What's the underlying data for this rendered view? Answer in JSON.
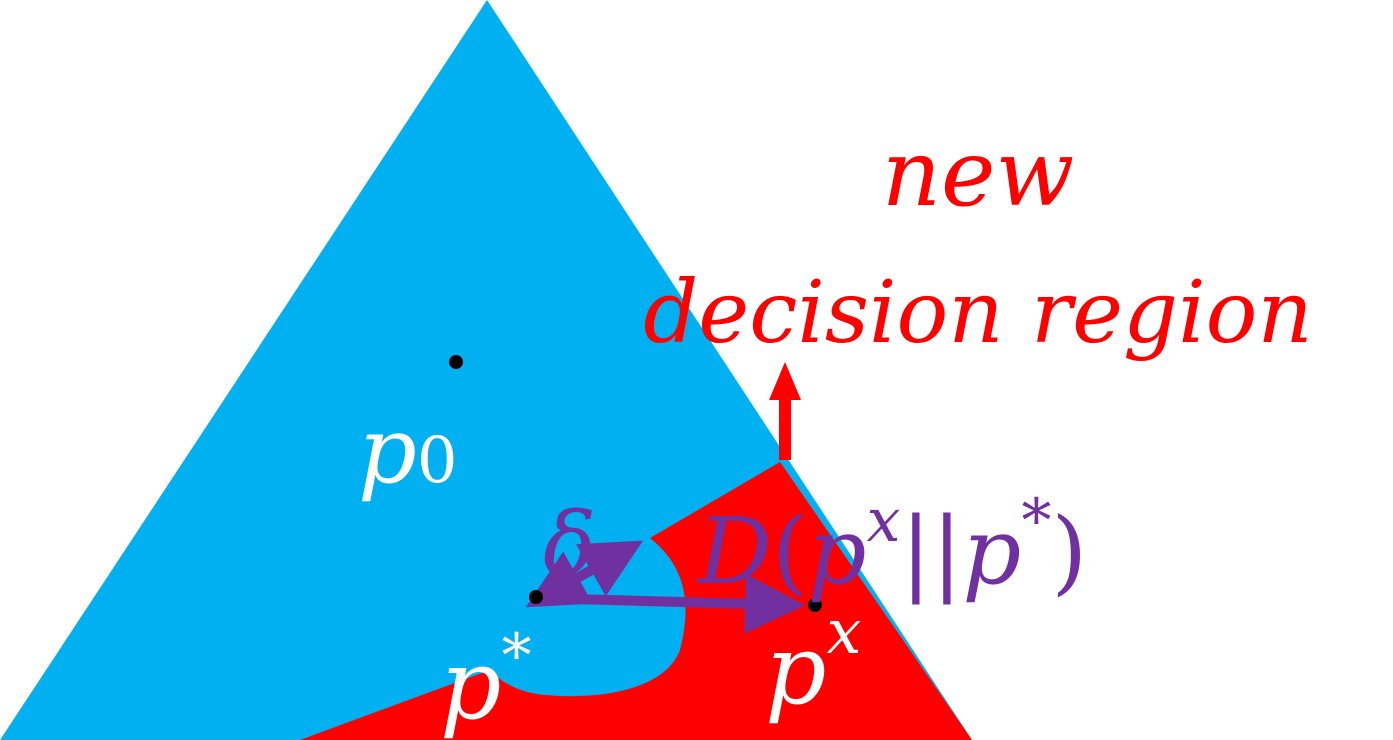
{
  "labels": {
    "p0_base": "p",
    "p0_sub": "0",
    "pstar_base": "p",
    "pstar_sup": "*",
    "px_base": "p",
    "px_sup": "x",
    "delta": "δ",
    "divergence_D": "D",
    "divergence_open": "(",
    "divergence_p1": "p",
    "divergence_sup1": "x",
    "divergence_bars": "||",
    "divergence_p2": "p",
    "divergence_sup2": "*",
    "divergence_close": ")",
    "region_line1": "new",
    "region_line2": "decision region"
  },
  "colors": {
    "blue_region": "#00B0F0",
    "red_region": "#FF0000",
    "purple": "#7030A0",
    "point": "#000000",
    "white_text": "#FFFFFF"
  }
}
